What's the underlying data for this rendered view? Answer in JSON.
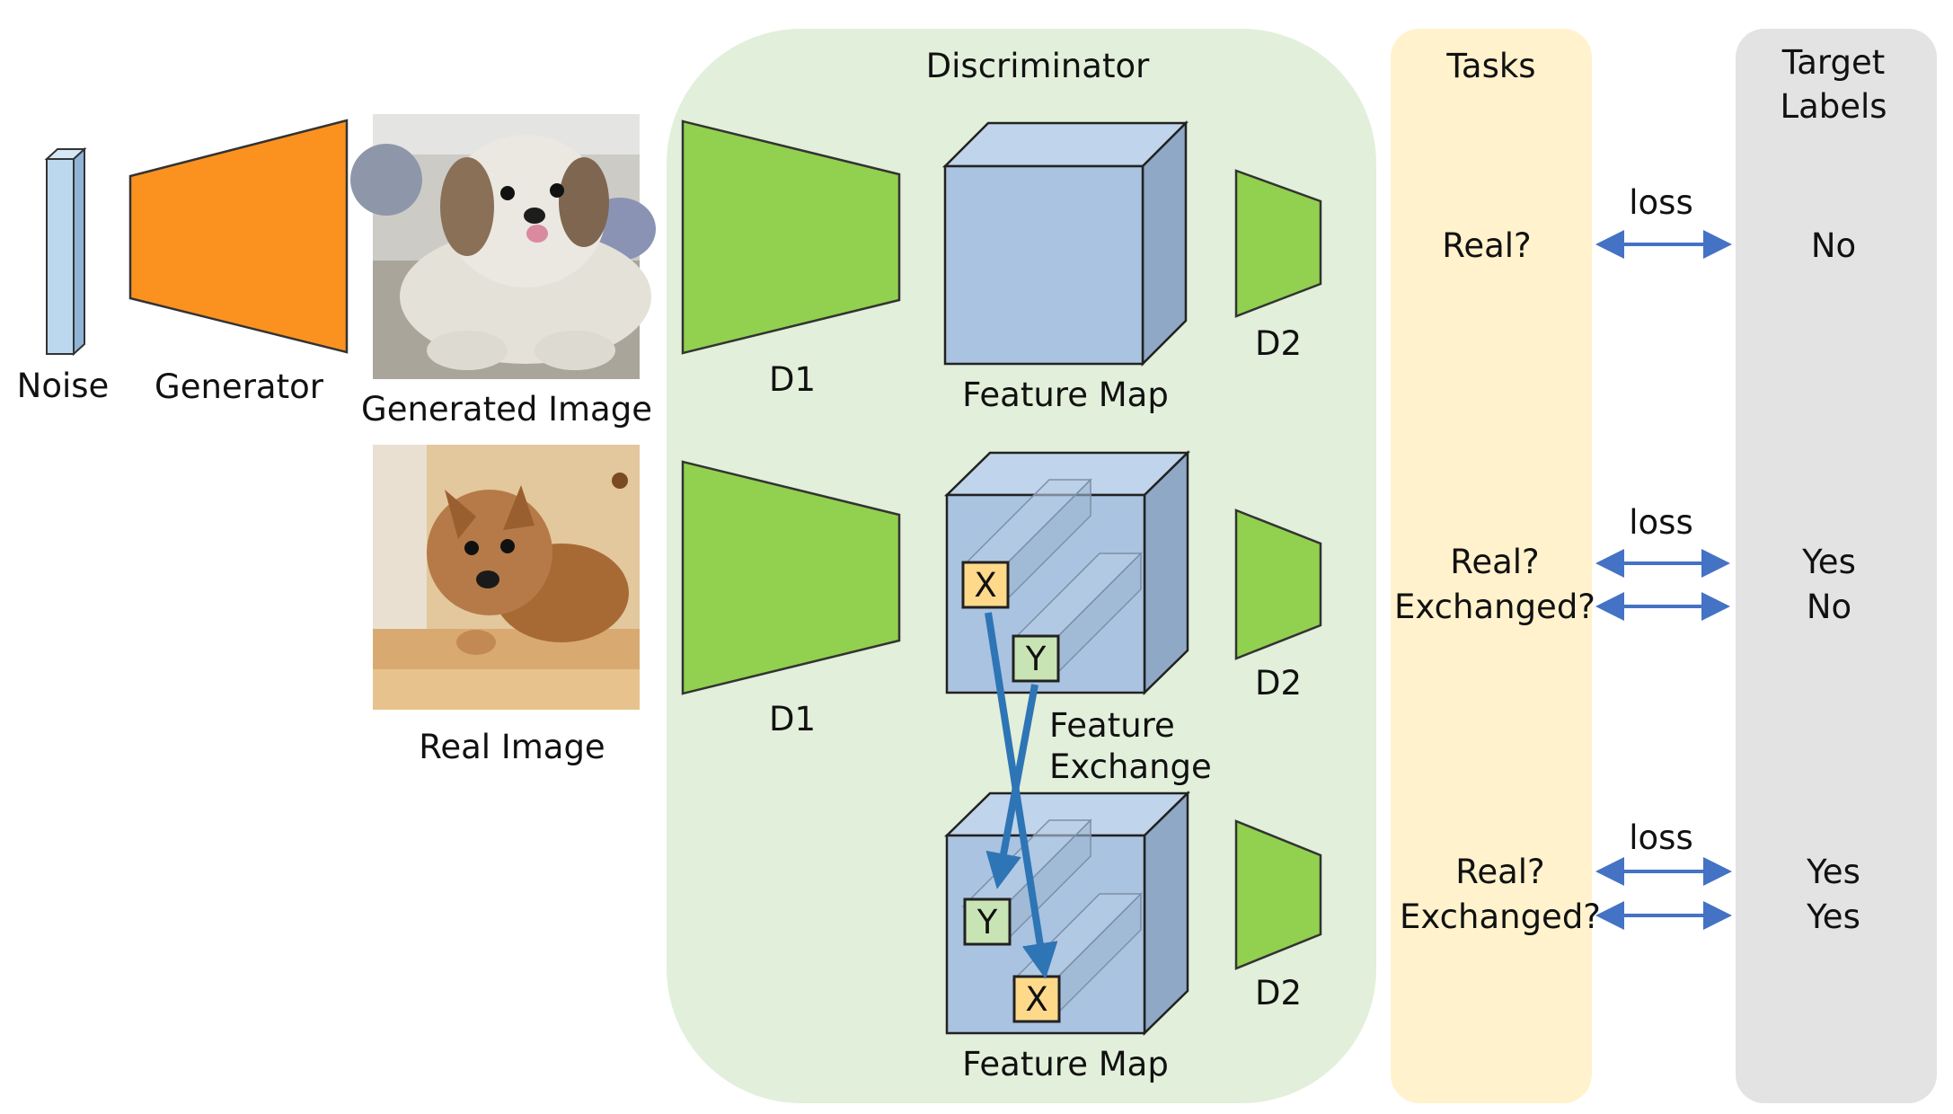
{
  "colors": {
    "discriminator_bg": "#e2efda",
    "tasks_bg": "#fff2cc",
    "labels_bg": "#e3e3e3",
    "cube_fill": "#a9c3e0",
    "cube_side": "#8ea8c6",
    "cube_top": "#c0d4eb",
    "generator": "#fb9220",
    "disc_trapezoid": "#92d050",
    "noise": "#bcd8ee",
    "arrow": "#4472c4",
    "exchange_arrow": "#2e75b6",
    "x_box": "#ffd98a",
    "y_box": "#c9e4b4"
  },
  "noise": {
    "label": "Noise"
  },
  "generator": {
    "label": "Generator"
  },
  "images": {
    "generated_label": "Generated Image",
    "real_label": "Real Image"
  },
  "discriminator": {
    "title": "Discriminator",
    "d1_label": "D1",
    "d2_label": "D2",
    "feature_map_label": "Feature Map",
    "feature_exchange_label_line1": "Feature",
    "feature_exchange_label_line2": "Exchange",
    "x_marker": "X",
    "y_marker": "Y"
  },
  "tasks": {
    "title": "Tasks",
    "row1": [
      "Real?"
    ],
    "row2": [
      "Real?",
      "Exchanged?"
    ],
    "row3": [
      "Real?",
      "Exchanged?"
    ]
  },
  "loss_label": "loss",
  "target_labels": {
    "title_line1": "Target",
    "title_line2": "Labels",
    "row1": [
      "No"
    ],
    "row2": [
      "Yes",
      "No"
    ],
    "row3": [
      "Yes",
      "Yes"
    ]
  }
}
